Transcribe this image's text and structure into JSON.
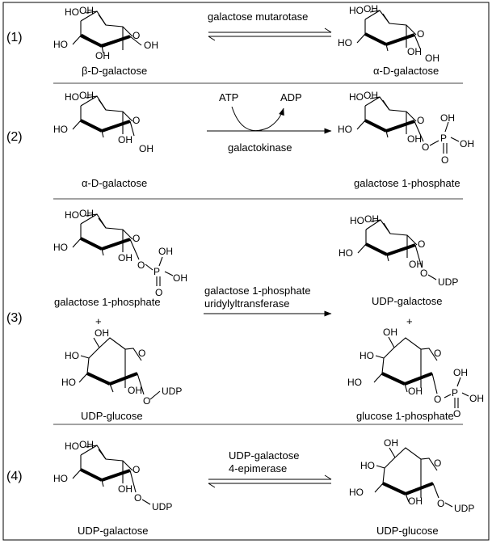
{
  "steps": [
    {
      "number": "(1)",
      "substrates": [
        "β-D-galactose"
      ],
      "products": [
        "α-D-galactose"
      ],
      "enzyme": [
        "galactose mutarotase"
      ],
      "arrow": "equilibrium"
    },
    {
      "number": "(2)",
      "substrates": [
        "α-D-galactose"
      ],
      "products": [
        "galactose 1-phosphate"
      ],
      "enzyme": [
        "galactokinase"
      ],
      "cofactor_in": "ATP",
      "cofactor_out": "ADP",
      "arrow": "forward"
    },
    {
      "number": "(3)",
      "substrates": [
        "galactose 1-phosphate",
        "UDP-glucose"
      ],
      "products": [
        "UDP-galactose",
        "glucose 1-phosphate"
      ],
      "enzyme": [
        "galactose 1-phosphate",
        "uridylyltransferase"
      ],
      "arrow": "forward"
    },
    {
      "number": "(4)",
      "substrates": [
        "UDP-galactose"
      ],
      "products": [
        "UDP-glucose"
      ],
      "enzyme": [
        "UDP-galactose",
        "4-epimerase"
      ],
      "arrow": "equilibrium"
    }
  ],
  "plus_sign": "+",
  "atoms": {
    "ring_oxygen": "O",
    "hydroxyl": "OH",
    "hydroxyl_left": "HO",
    "phosphorus": "P",
    "oxygen": "O",
    "udp": "UDP"
  }
}
